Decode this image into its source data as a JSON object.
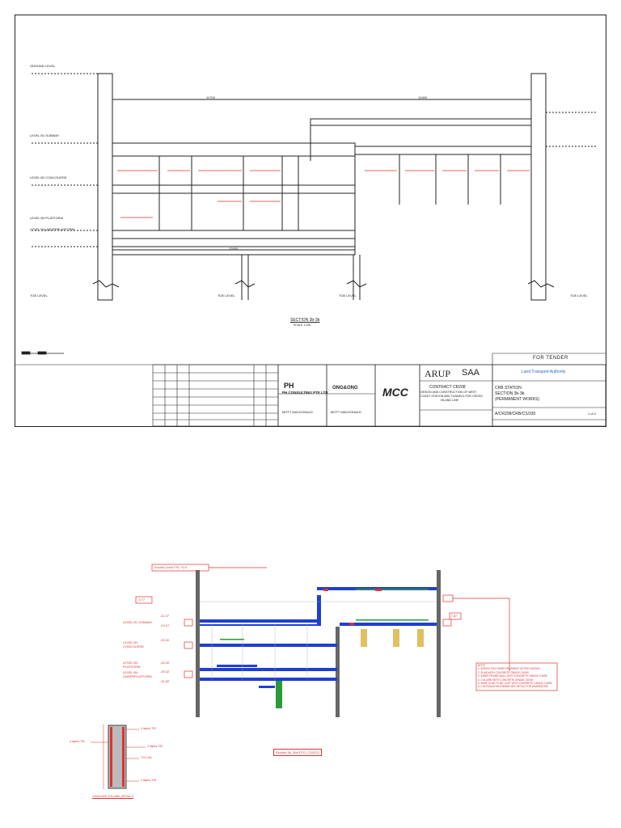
{
  "sheet": {
    "section_title": "SECTION 3b-3b",
    "section_scale": "SCALE 1:100",
    "for_tender": "FOR TENDER",
    "ground_level": "GROUND LEVEL",
    "level_b1_subway": "LEVEL B1 SUBWAY",
    "level_b2_concourse": "LEVEL B2 CONCOURSE",
    "level_b3_platform": "LEVEL B3 PLATFORM",
    "level_b4_underplatform": "LEVEL B4 UNDERPLATFORM",
    "pile_toe": "TOE LEVEL",
    "dim_total_left": "11700",
    "dim_total_right": "12400",
    "dim_bottom": "22650",
    "logos": {
      "consultant": "PH CONSULTING PTE LTD",
      "ong": "ONG&ONG",
      "mott1": "MOTT MACDONALD",
      "mott2": "MOTT MACDONALD",
      "mcc": "MCC",
      "arup": "ARUP",
      "saa": "SAA",
      "lta": "Land Transport Authority"
    },
    "contract": {
      "code": "CONTRACT CR208",
      "desc1": "DESIGN AND CONSTRUCTION OF WEST",
      "desc2": "COAST STATION AND TUNNELS FOR CROSS",
      "desc3": "ISLAND LINE"
    },
    "drawing": {
      "title1": "CRB STATION",
      "title2": "SECTION 3b-3b",
      "title3": "(PERMANENT WORKS)",
      "number": "A/CR208/CRB/CS/330",
      "sheet": "1 of 2"
    }
  },
  "cad": {
    "ground_level_label": "Ground Level FFL +0.0",
    "top_level": "-0.77",
    "b1_label": "LEVEL B1 SUBWAY",
    "b1_level_a": "-11.07",
    "b1_level_b": "-13.07",
    "b2_label": "LEVEL B2 CONCOURSE",
    "b2_level": "-15.92",
    "b3_label": "LEVEL B3 PLATFORM",
    "b3_level": "-26.92",
    "b4_label": "LEVEL B4 UNDERPLATFORM",
    "b4_level_a": "-29.32",
    "b4_level_b": "-31.82",
    "right_level": "-7.67",
    "section_caption": "Section 3b_3bd FFG_CS/ZO3",
    "notes_title": "NOTE",
    "notes": [
      "1. BORED PILE REINFORCEMENT AS PER DESIGN",
      "2. SLAB WITH CONCRETE GRADE C40/50",
      "3. INNER FRAME WALL WITH CONCRETE GRADE C40/50",
      "4. COLUMN WITH CONCRETE GRADE C40/50",
      "5. BASE SLAB TO BE CAST WITH CONCRETE GRADE C40/50",
      "6. CONTINUATION REBAR SEE DETAIL FOR DIMENSIONS"
    ],
    "detail_title": "1200X1000 COLUMN_DETAIL A",
    "detail_labels": [
      "4 layers T32",
      "2 layers T32",
      "T12 Link",
      "4 layers T32",
      "2 layers T25"
    ]
  }
}
